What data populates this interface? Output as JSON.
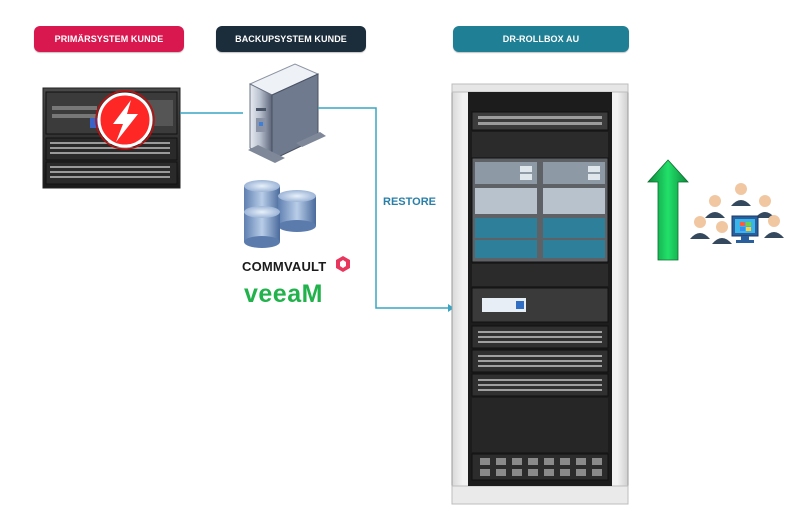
{
  "headers": {
    "primary": "PRIMÄRSYSTEM KUNDE",
    "backup": "BACKUPSYSTEM KUNDE",
    "dr": "DR-ROLLBOX AU"
  },
  "connector": {
    "label": "RESTORE"
  },
  "logos": {
    "commvault": "COMMVAULT",
    "veeam": "veeaM"
  },
  "colors": {
    "primary_header": "#d9184f",
    "backup_header": "#1b2c3b",
    "dr_header": "#1f7f94",
    "connector_line": "#38a6c4",
    "restore_label": "#2a7fa8",
    "veeam_green": "#22b24c",
    "arrow_green": "#1ec85a"
  },
  "icons": {
    "failure": "lightning-bolt-icon",
    "users": "user-group-icon",
    "workstation": "windows-monitor-icon"
  }
}
